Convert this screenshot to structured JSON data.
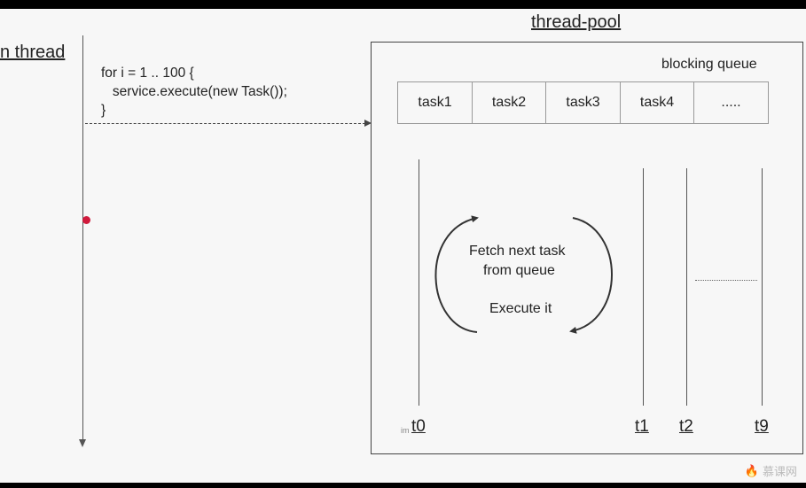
{
  "main_thread": {
    "title": "n thread",
    "code_lines": [
      "for i = 1 .. 100 {",
      "   service.execute(new Task());",
      "}"
    ]
  },
  "thread_pool": {
    "title": "thread-pool",
    "queue_label": "blocking queue",
    "queue_cells": [
      "task1",
      "task2",
      "task3",
      "task4",
      "....."
    ],
    "loop_text_line1": "Fetch next task",
    "loop_text_line2": "from queue",
    "loop_text_line3": "Execute it",
    "threads": [
      "t0",
      "t1",
      "t2",
      "t9"
    ],
    "tiny_label": "im"
  },
  "colors": {
    "dot": "#d01a3c",
    "line": "#555555"
  },
  "watermark": {
    "text": "慕课网",
    "icon": "flame-icon"
  }
}
